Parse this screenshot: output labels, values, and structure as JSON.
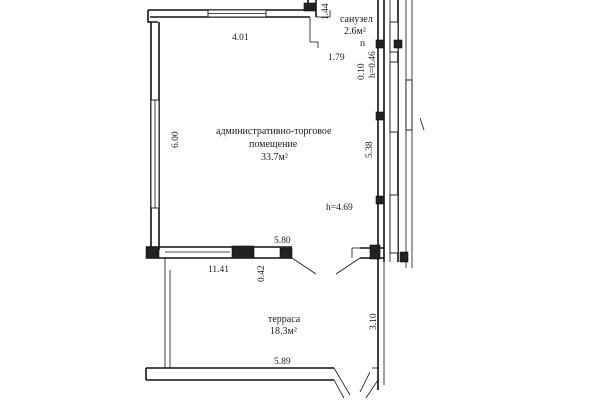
{
  "rooms": {
    "bathroom": {
      "name": "санузел",
      "area": "2.6м²"
    },
    "office": {
      "name_line1": "административно-торговое",
      "name_line2": "помещение",
      "area": "33.7м²"
    },
    "terrace": {
      "name": "терраса",
      "area": "18.3м²"
    }
  },
  "dimensions": {
    "top_width": "4.01",
    "left_height": "6.00",
    "bath_width": "1.79",
    "bath_height": "1.44",
    "bath_ceiling": "h=0.46",
    "bath_small": "0.10",
    "bath_n": "п",
    "right_height": "5.38",
    "ceiling_height": "h=4.69",
    "mid_width": "5.80",
    "total_width": "11.41",
    "wall_thickness": "0.42",
    "terrace_height": "3.10",
    "terrace_width": "5.89"
  }
}
